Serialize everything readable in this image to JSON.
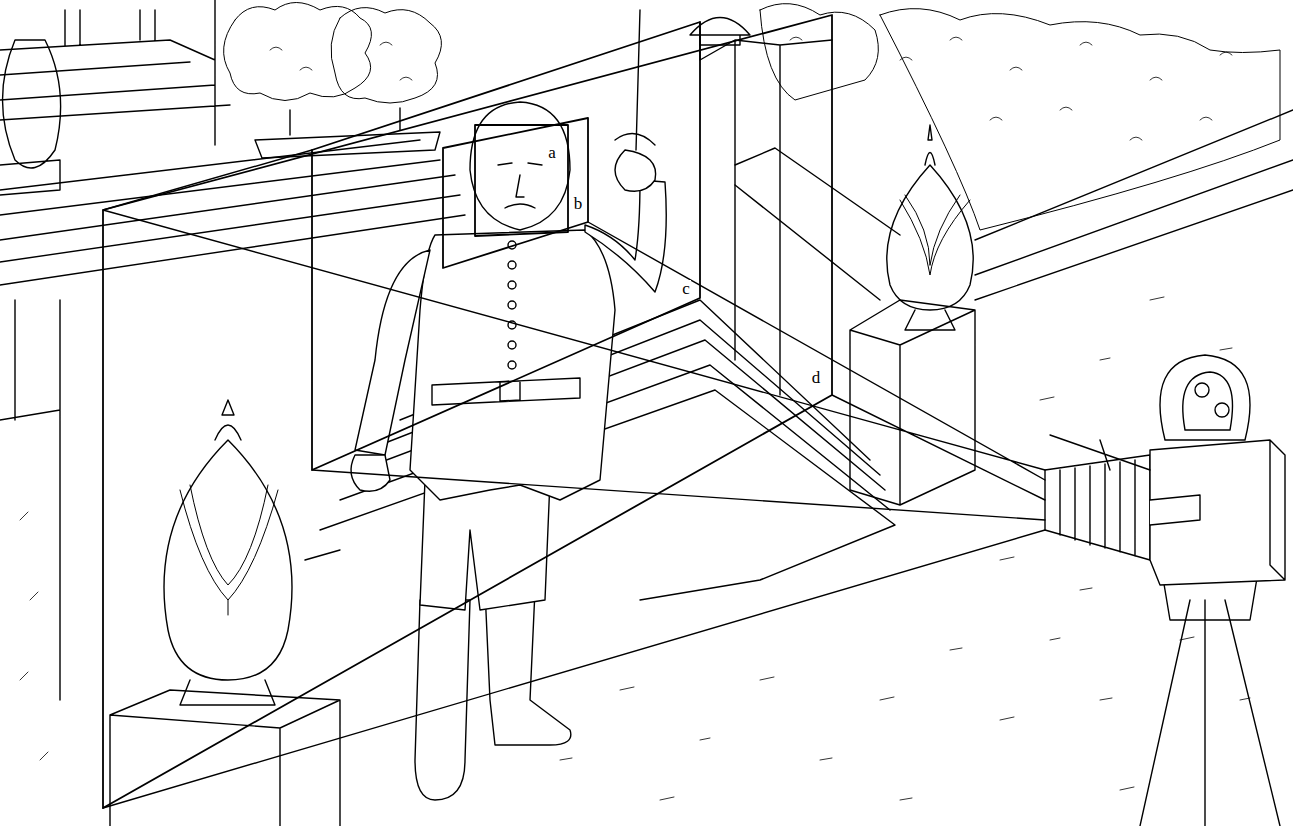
{
  "diagram": {
    "labels": [
      "a",
      "b",
      "c",
      "d"
    ]
  }
}
